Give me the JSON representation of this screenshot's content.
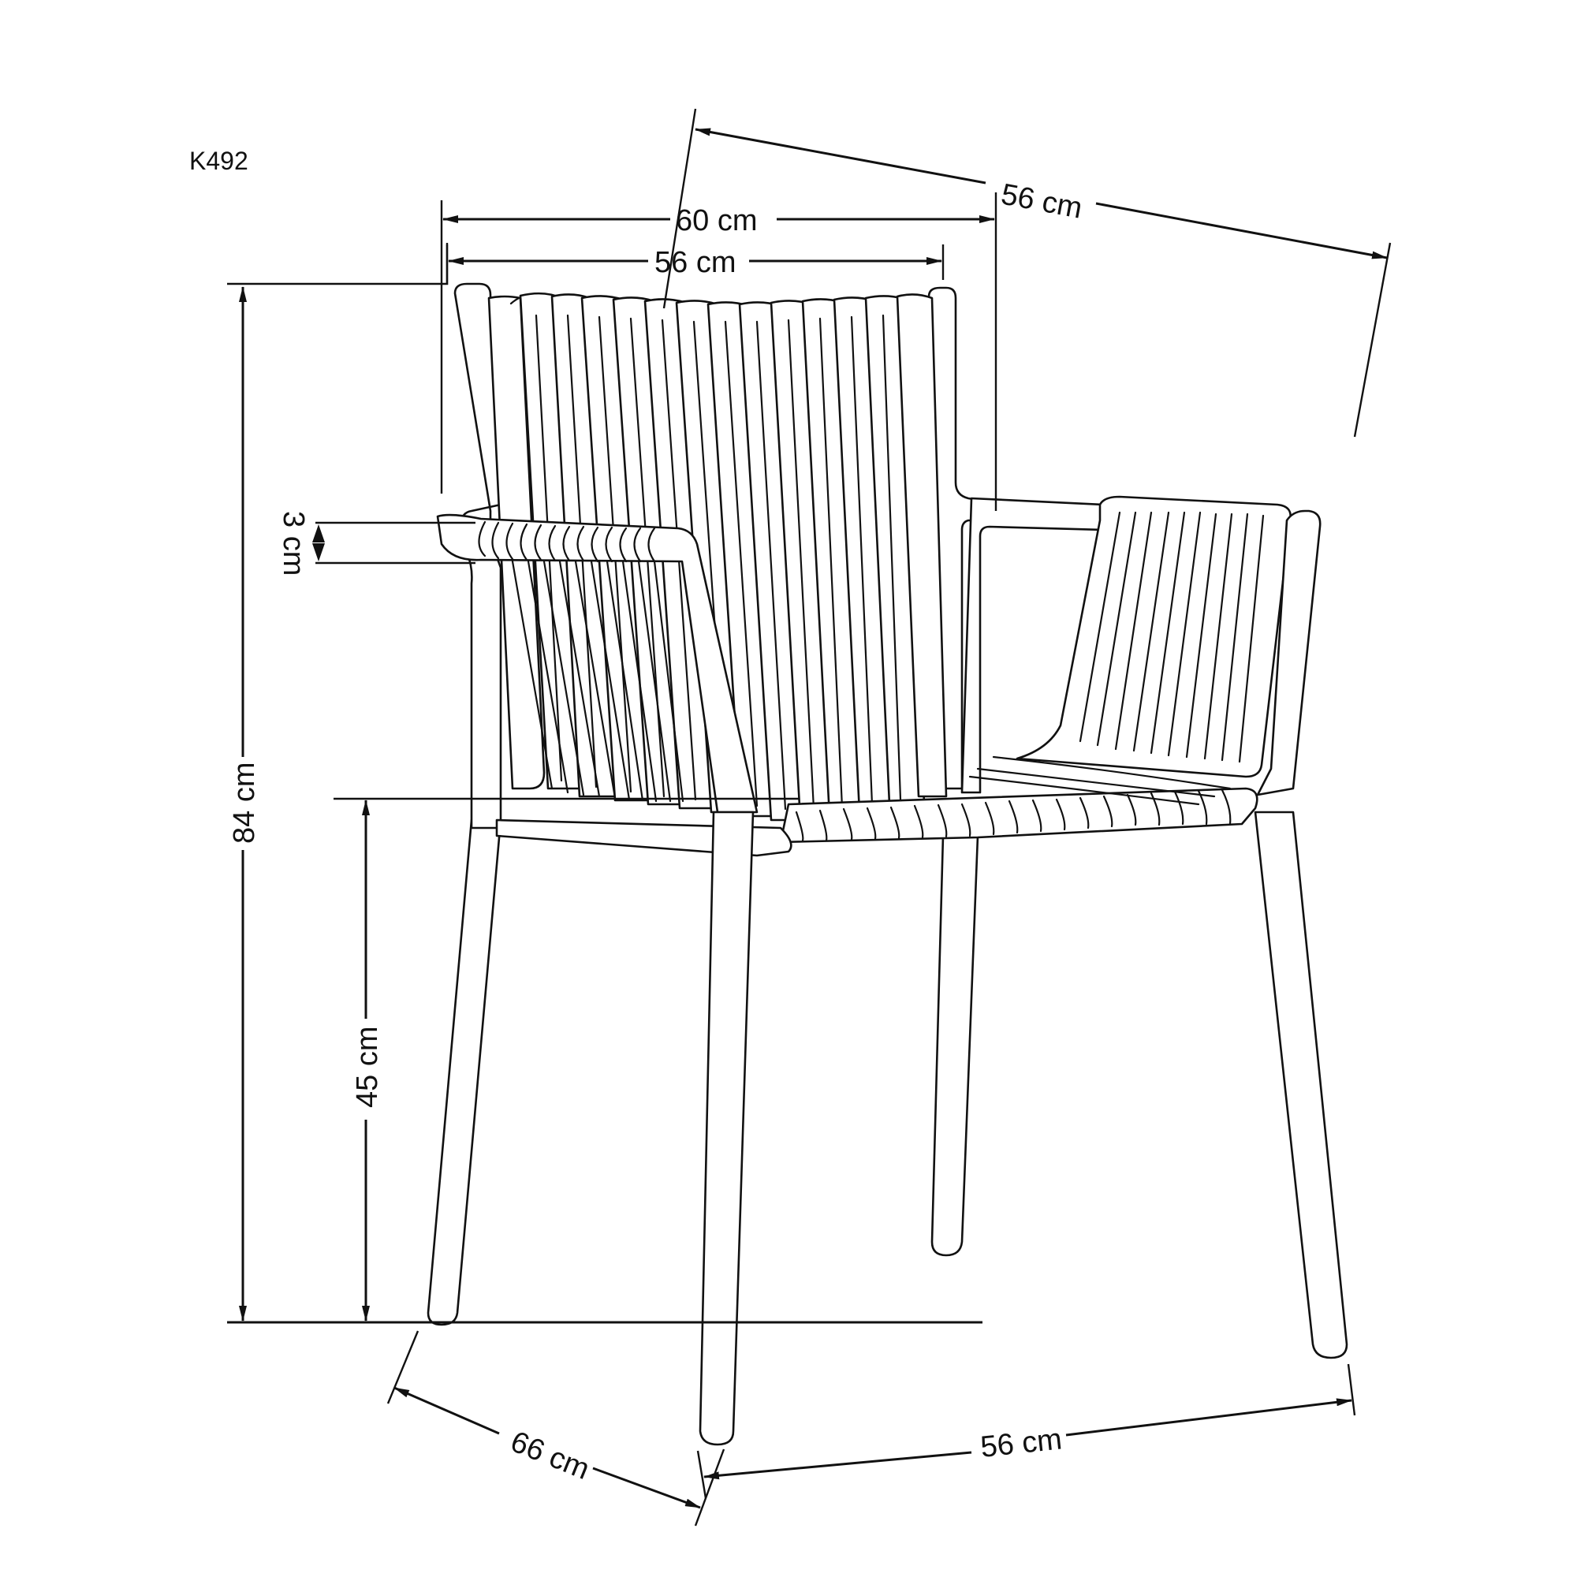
{
  "drawing": {
    "model_code": "K492",
    "subject": "armchair with slatted backrest and seat",
    "line_color": "#111111",
    "background_color": "#ffffff"
  },
  "dimensions": {
    "top_depth_diagonal": {
      "label": "56 cm",
      "value_cm": 56
    },
    "overall_width": {
      "label": "60 cm",
      "value_cm": 60
    },
    "backrest_width": {
      "label": "56 cm",
      "value_cm": 56
    },
    "armrest_thickness": {
      "label": "3 cm",
      "value_cm": 3
    },
    "overall_height": {
      "label": "84 cm",
      "value_cm": 84
    },
    "seat_height": {
      "label": "45 cm",
      "value_cm": 45
    },
    "bottom_depth": {
      "label": "66 cm",
      "value_cm": 66
    },
    "bottom_width": {
      "label": "56 cm",
      "value_cm": 56
    }
  }
}
